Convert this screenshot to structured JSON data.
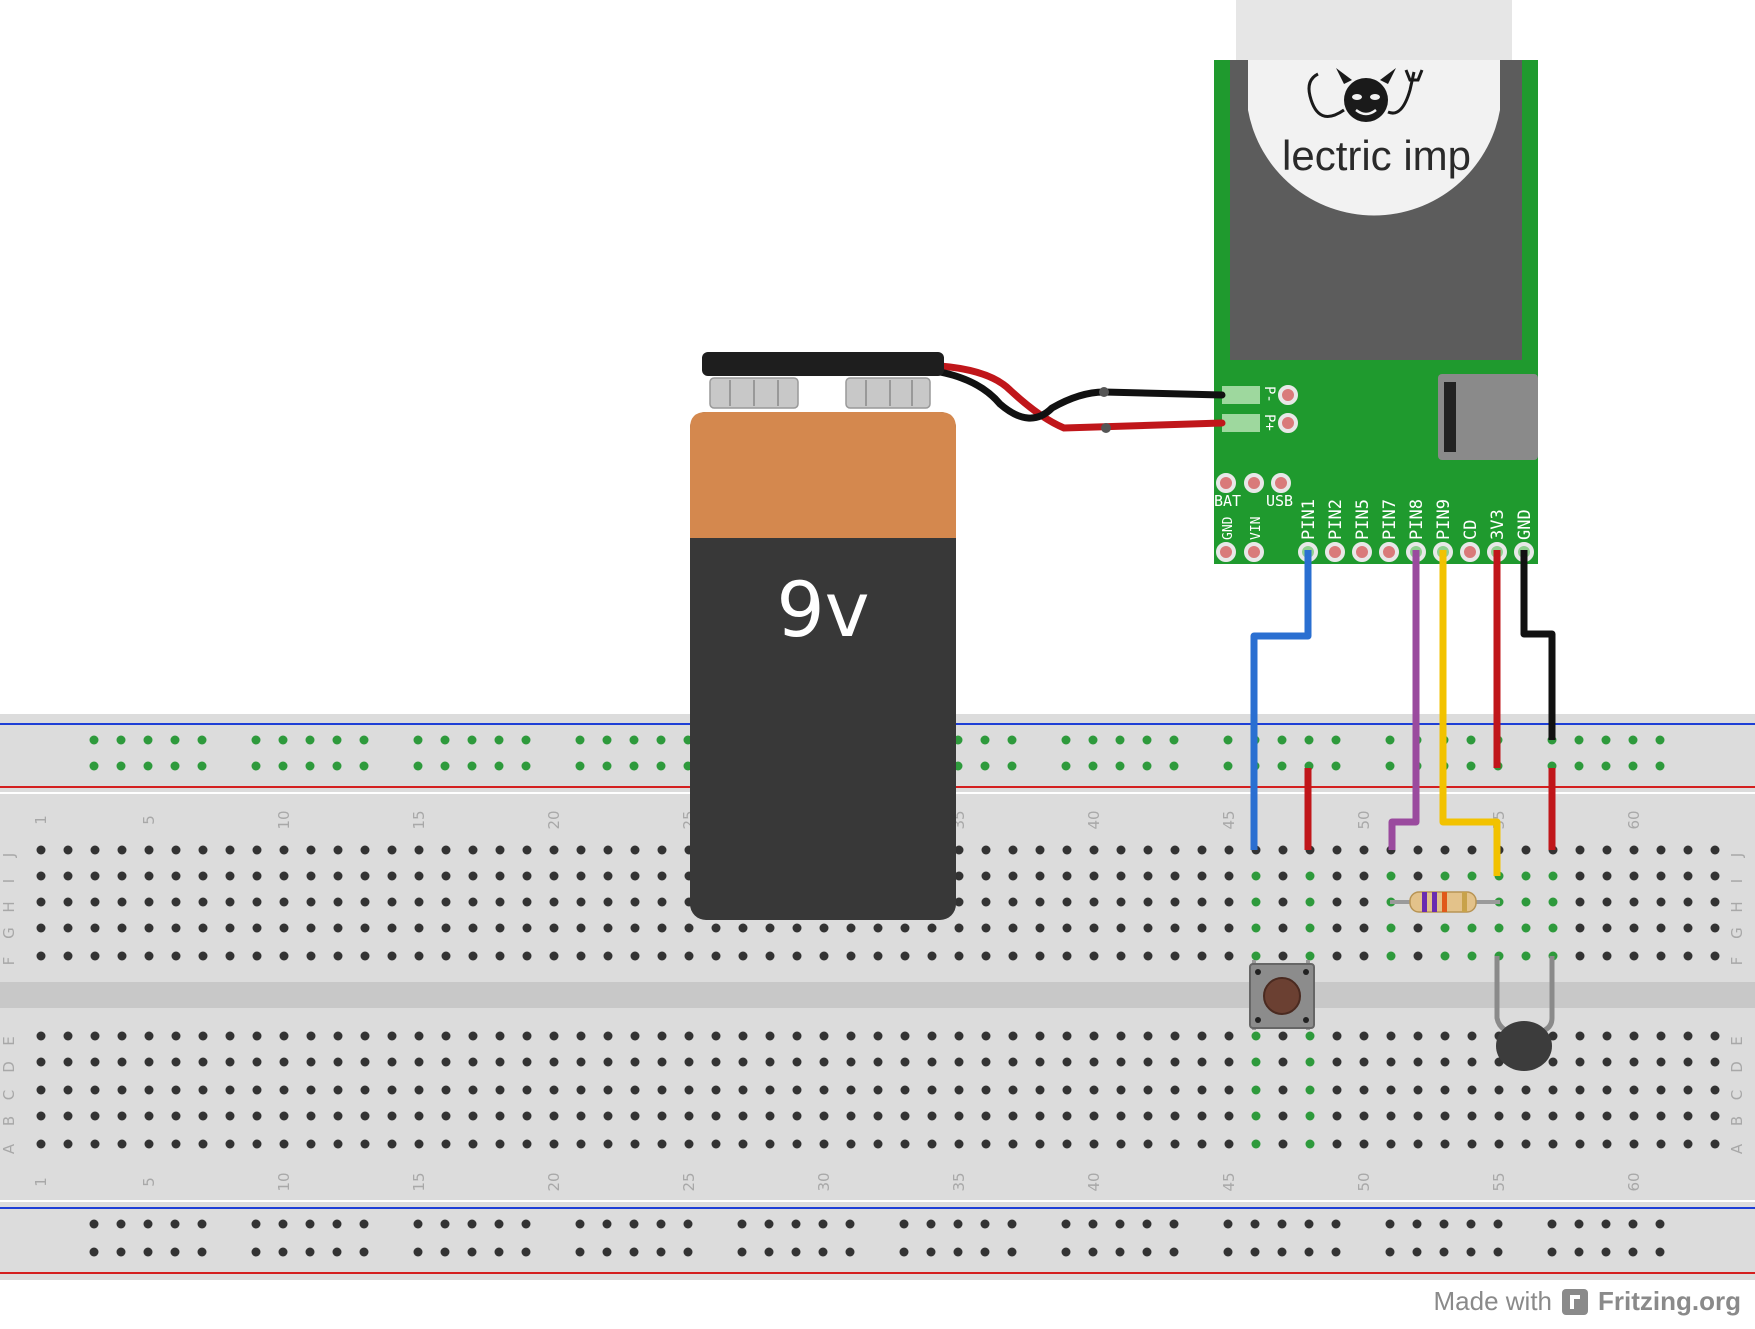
{
  "battery": {
    "label": "9v"
  },
  "imp": {
    "brand_text": "lectric imp",
    "power_pins": [
      "P-",
      "P+"
    ],
    "top_pins": [
      "BAT",
      "USB"
    ],
    "pin_labels": [
      "GND",
      "VIN",
      "PIN1",
      "PIN2",
      "PIN5",
      "PIN7",
      "PIN8",
      "PIN9",
      "CD",
      "3V3",
      "GND"
    ]
  },
  "breadboard": {
    "row_letters_top": [
      "J",
      "I",
      "H",
      "G",
      "F"
    ],
    "row_letters_bottom": [
      "E",
      "D",
      "C",
      "B",
      "A"
    ],
    "column_numbers": [
      "1",
      "5",
      "10",
      "15",
      "20",
      "25",
      "30",
      "35",
      "40",
      "45",
      "50",
      "55",
      "60"
    ]
  },
  "colors": {
    "board_green": "#1f9a2e",
    "wire_blue": "#2a6fd1",
    "wire_red": "#c0161a",
    "wire_black": "#111111",
    "wire_purple": "#9a4a9e",
    "wire_yellow": "#f2c200",
    "battery_copper": "#d4884e",
    "battery_body": "#383838"
  },
  "footer": {
    "made_with": "Made with",
    "brand": "Fritzing.org"
  }
}
